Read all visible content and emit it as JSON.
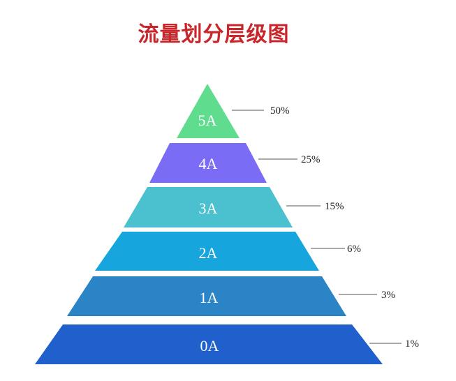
{
  "title": "流量划分层级图",
  "title_color": "#c8262a",
  "layers": [
    {
      "label": "5A",
      "percent": "50%",
      "color": "#5fdc8e"
    },
    {
      "label": "4A",
      "percent": "25%",
      "color": "#7b6cf6"
    },
    {
      "label": "3A",
      "percent": "15%",
      "color": "#4bc0cf"
    },
    {
      "label": "2A",
      "percent": "6%",
      "color": "#16a6dd"
    },
    {
      "label": "1A",
      "percent": "3%",
      "color": "#2a84c6"
    },
    {
      "label": "0A",
      "percent": "1%",
      "color": "#1f60cc"
    }
  ]
}
